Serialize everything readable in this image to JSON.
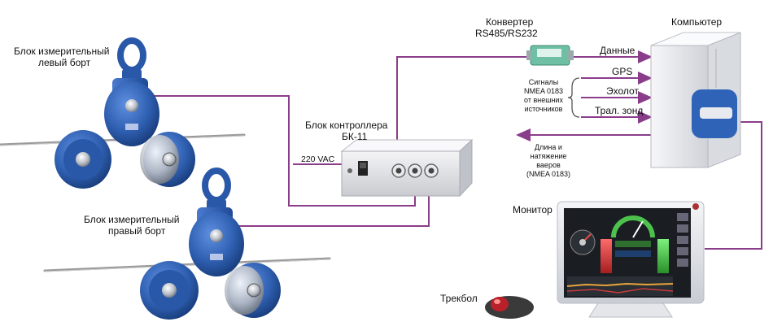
{
  "labels": {
    "left_block": [
      "Блок измерительный",
      "левый борт"
    ],
    "right_block": [
      "Блок измерительный",
      "правый борт"
    ],
    "controller": [
      "Блок контроллера",
      "БК-11"
    ],
    "power": "220 VAC",
    "converter": [
      "Конвертер",
      "RS485/RS232"
    ],
    "computer": "Компьютер",
    "monitor": "Монитор",
    "trackball": "Трекбол",
    "signal_data": "Данные",
    "signal_gps": "GPS",
    "signal_echo": "Эхолот",
    "signal_trawl": "Трал. зонд",
    "nmea_sources": [
      "Сигналы",
      "NMEA 0183",
      "от внешних",
      "источников"
    ],
    "output": [
      "Длина и",
      "натяжение",
      "ваеров",
      "(NMEA 0183)"
    ]
  },
  "colors": {
    "wire": "#8a3d8a",
    "sheave_blue": "#2f5fb0",
    "sheave_dark": "#1d3f7d",
    "cable": "#9a9a9a",
    "case": "#e6e6e8",
    "pc_blue": "#2e63b8",
    "screen_green": "#4cc24c",
    "screen_red": "#d23a3a"
  }
}
